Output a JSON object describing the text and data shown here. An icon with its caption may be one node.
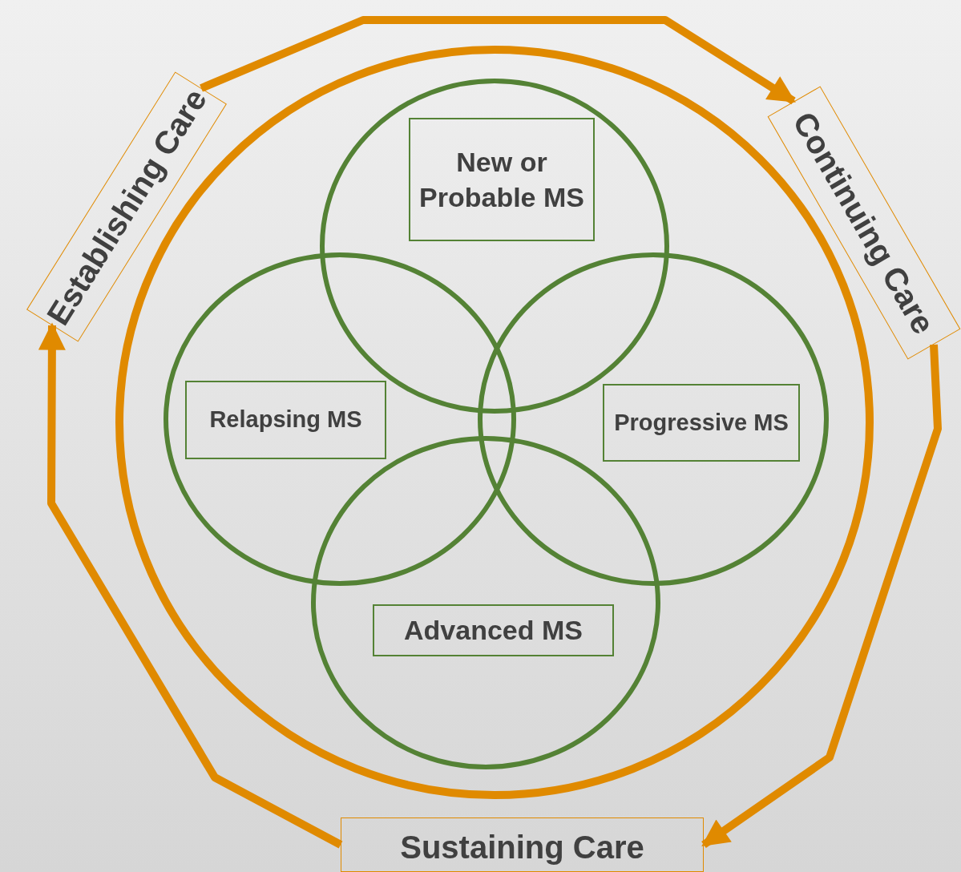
{
  "diagram": {
    "nodes": [
      {
        "text": [
          "Establishing Care"
        ]
      },
      {
        "text": [
          "New or Probable MS"
        ]
      },
      {
        "text": [
          "Continuing Care"
        ]
      },
      {
        "text": [
          "Relapsing MS"
        ]
      },
      {
        "text": [
          "Progressive MS"
        ]
      },
      {
        "text": [
          "Advanced MS"
        ]
      },
      {
        "text": [
          "Sustaining Care"
        ]
      }
    ],
    "edges": [
      {
        "from": 0,
        "to": 2,
        "arrow": "to"
      },
      {
        "from": 2,
        "to": 6,
        "arrow": "to"
      },
      {
        "from": 6,
        "to": 0,
        "arrow": "to"
      }
    ]
  }
}
